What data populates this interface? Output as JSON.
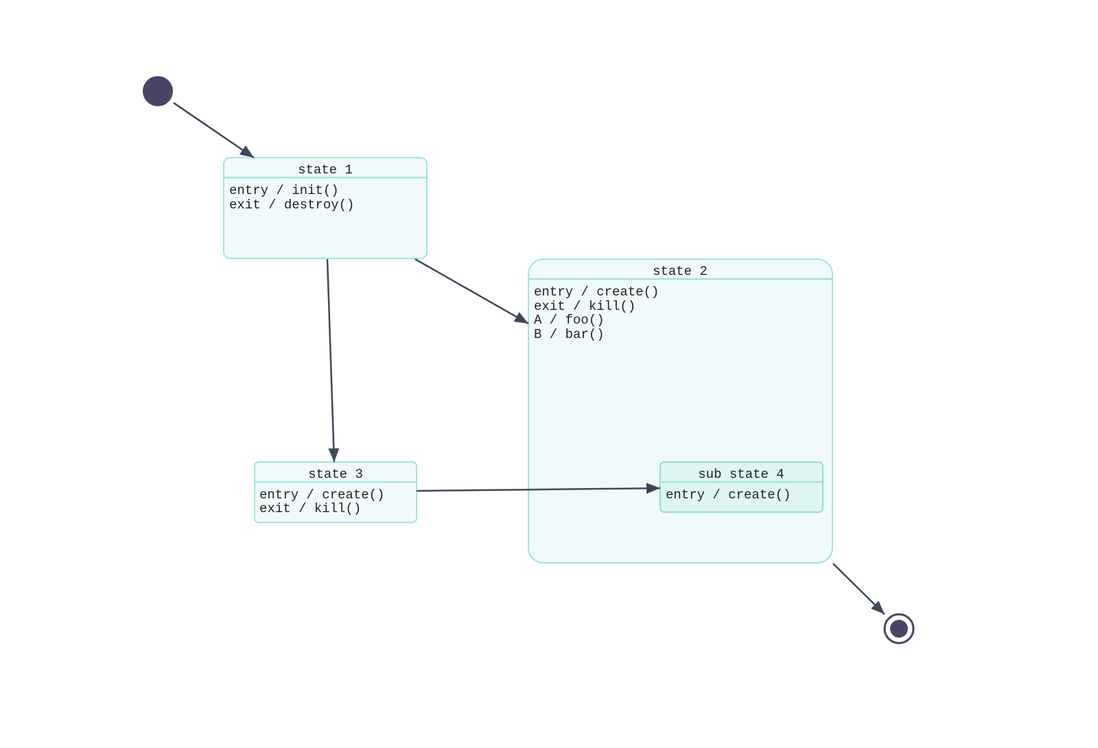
{
  "colors": {
    "node_fill": "#4a4566",
    "state_border": "#9fe5df",
    "state_fill": "#f1fafa",
    "substate_fill": "#def5f2",
    "edge": "#3e475a"
  },
  "initial_state": {
    "icon": "filled-circle"
  },
  "final_state": {
    "icon": "bullseye-circle"
  },
  "states": {
    "s1": {
      "title": "state 1",
      "actions": [
        "entry / init()",
        "exit / destroy()"
      ]
    },
    "s2": {
      "title": "state 2",
      "actions": [
        "entry / create()",
        "exit / kill()",
        "A / foo()",
        "B / bar()"
      ]
    },
    "s3": {
      "title": "state 3",
      "actions": [
        "entry / create()",
        "exit / kill()"
      ]
    },
    "s4": {
      "title": "sub state 4",
      "actions": [
        "entry / create()"
      ]
    }
  },
  "transitions": [
    {
      "from": "initial",
      "to": "state 1"
    },
    {
      "from": "state 1",
      "to": "state 3"
    },
    {
      "from": "state 1",
      "to": "state 2"
    },
    {
      "from": "state 3",
      "to": "sub state 4"
    },
    {
      "from": "state 2",
      "to": "final"
    }
  ]
}
